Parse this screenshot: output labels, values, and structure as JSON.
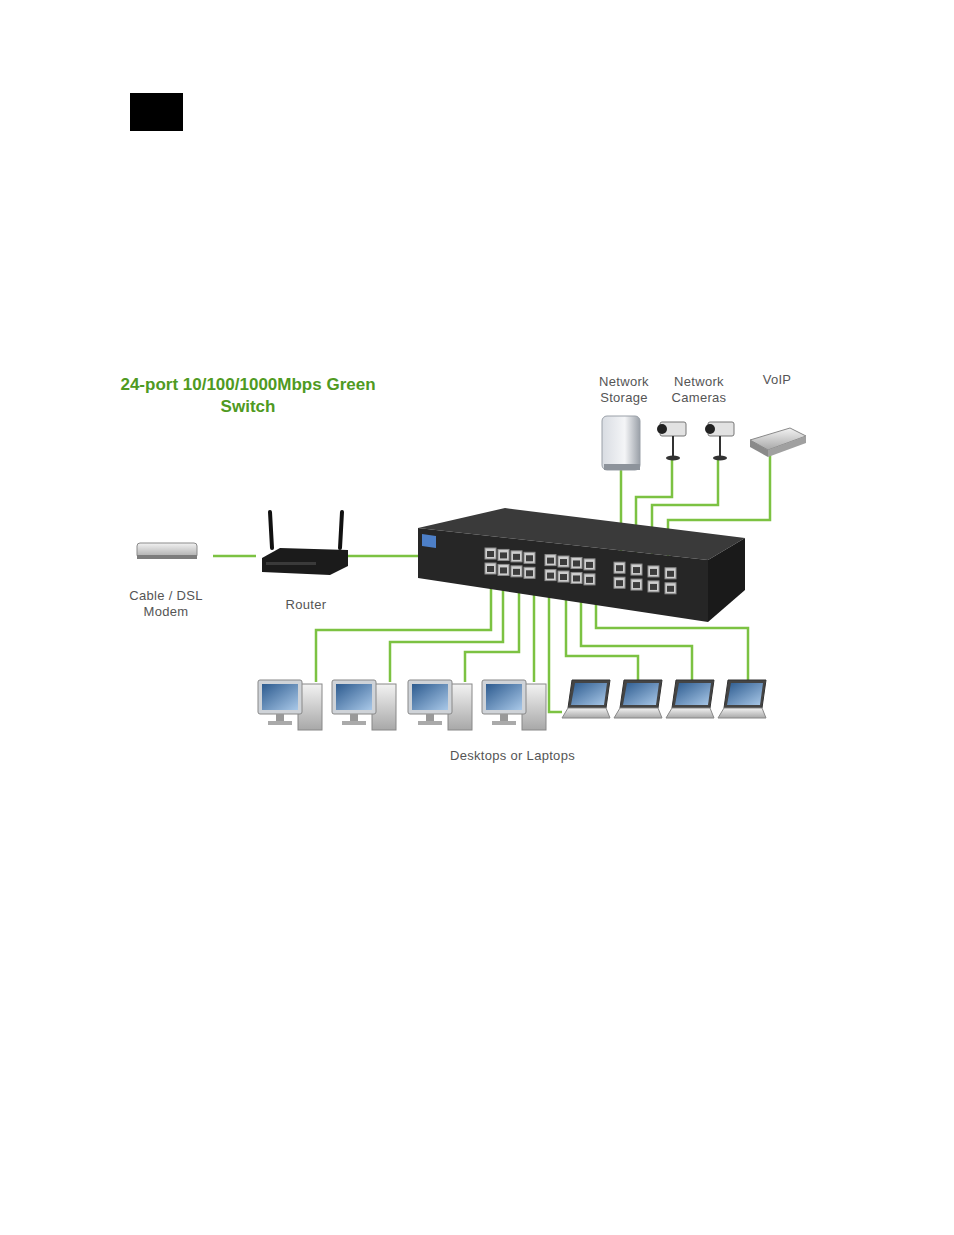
{
  "diagram": {
    "title": "24-port 10/100/1000Mbps Green Switch",
    "nodes": [
      {
        "text": [
          "Network Storage"
        ]
      },
      {
        "text": [
          "Network Cameras"
        ]
      },
      {
        "text": [
          "VoIP"
        ]
      },
      {
        "text": [
          "Cable / DSL Modem"
        ]
      },
      {
        "text": [
          "Router"
        ]
      },
      {
        "text": [
          "Desktops or Laptops"
        ]
      }
    ],
    "edges": [
      {
        "from": 3,
        "to": 4,
        "arrow": "none"
      }
    ]
  }
}
